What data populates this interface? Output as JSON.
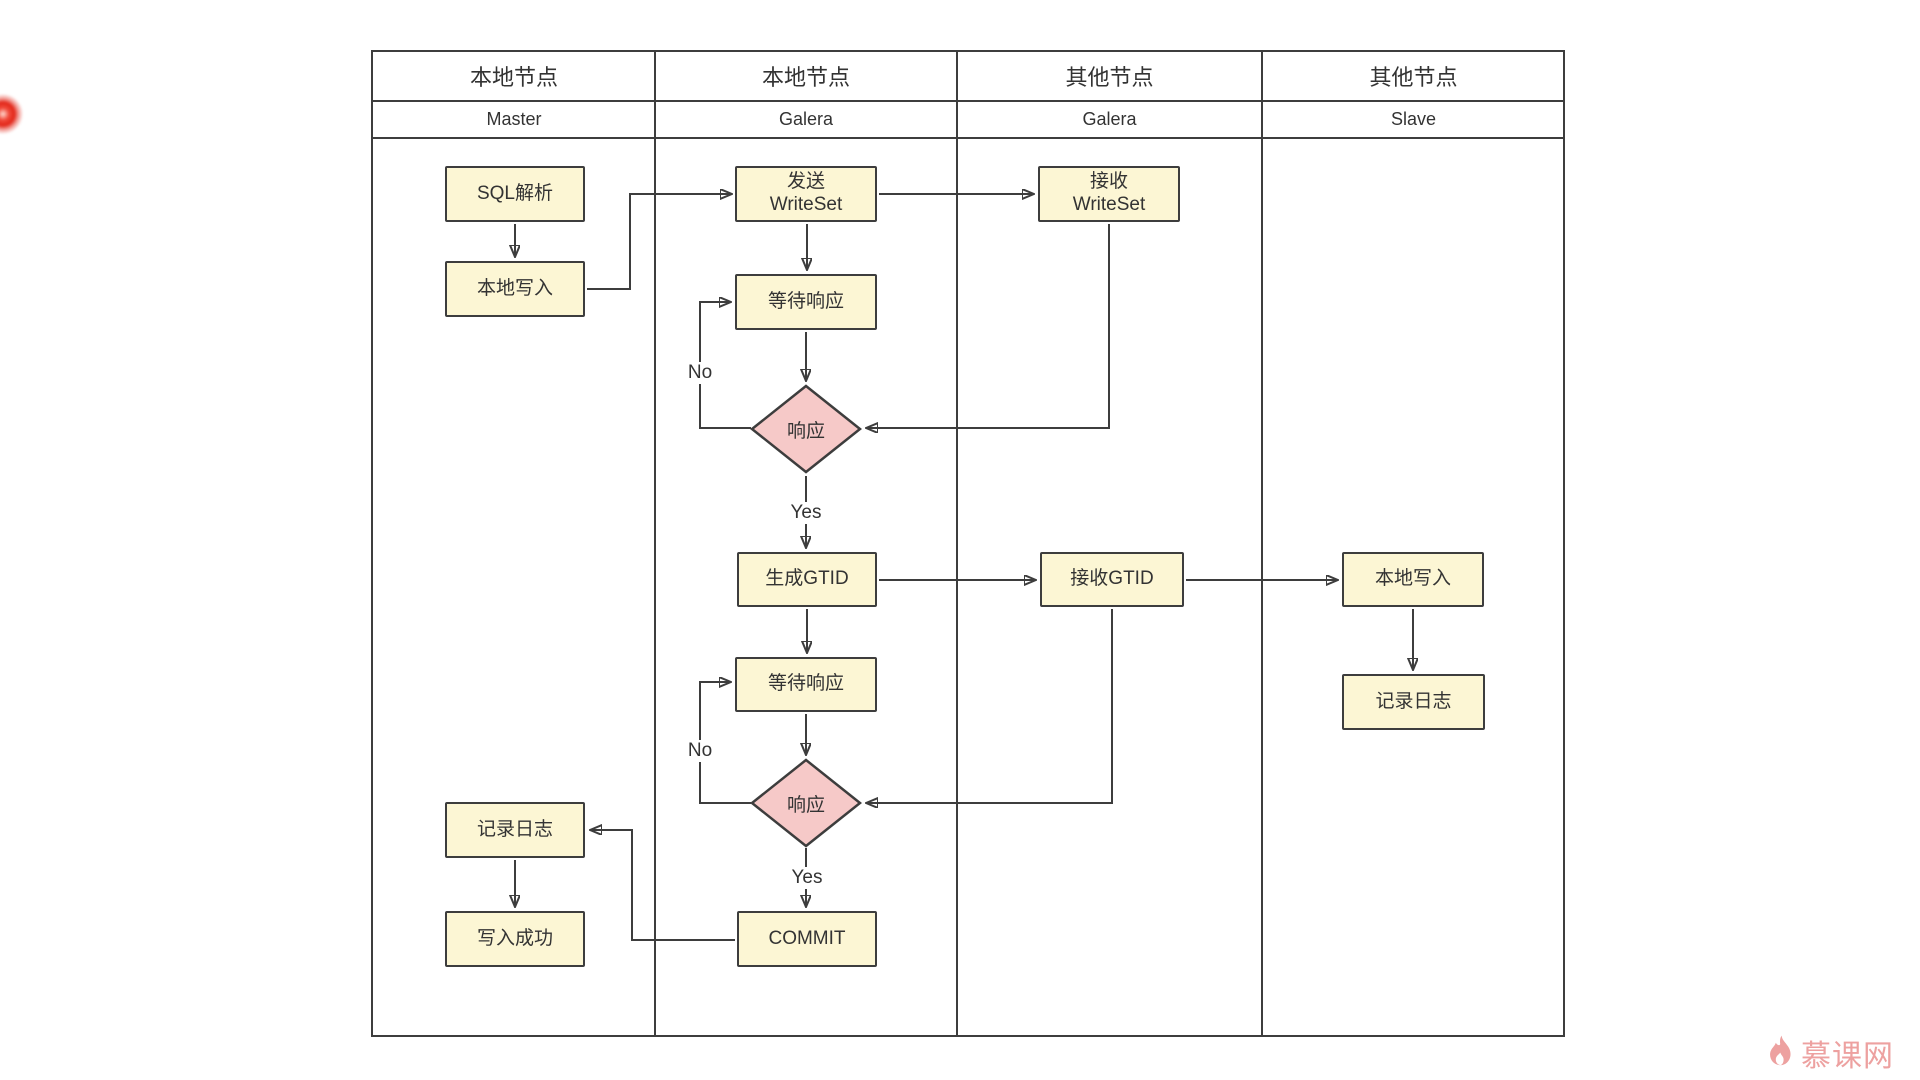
{
  "diagram": {
    "lanes": [
      {
        "title": "本地节点",
        "subtitle": "Master"
      },
      {
        "title": "本地节点",
        "subtitle": "Galera"
      },
      {
        "title": "其他节点",
        "subtitle": "Galera"
      },
      {
        "title": "其他节点",
        "subtitle": "Slave"
      }
    ],
    "nodes": {
      "sql_parse": {
        "label": "SQL解析"
      },
      "local_write_master": {
        "label": "本地写入"
      },
      "log_master": {
        "label": "记录日志"
      },
      "write_success": {
        "label": "写入成功"
      },
      "send_writeset": {
        "label": "发送\nWriteSet"
      },
      "wait_response_1": {
        "label": "等待响应"
      },
      "gen_gtid": {
        "label": "生成GTID"
      },
      "wait_response_2": {
        "label": "等待响应"
      },
      "commit": {
        "label": "COMMIT"
      },
      "recv_writeset": {
        "label": "接收\nWriteSet"
      },
      "recv_gtid": {
        "label": "接收GTID"
      },
      "local_write_slave": {
        "label": "本地写入"
      },
      "log_slave": {
        "label": "记录日志"
      }
    },
    "decisions": {
      "response_1": {
        "label": "响应"
      },
      "response_2": {
        "label": "响应"
      }
    },
    "edge_labels": {
      "no_1": "No",
      "yes_1": "Yes",
      "no_2": "No",
      "yes_2": "Yes"
    }
  },
  "watermark": {
    "brand": "慕课网"
  },
  "colors": {
    "line": "#3d3d3d",
    "node_fill": "#fcf6d4",
    "diamond_fill": "#f6c9c8",
    "text": "#333333",
    "watermark": "#eda1a0",
    "record_dot": "#e2281a",
    "background": "#ffffff"
  }
}
